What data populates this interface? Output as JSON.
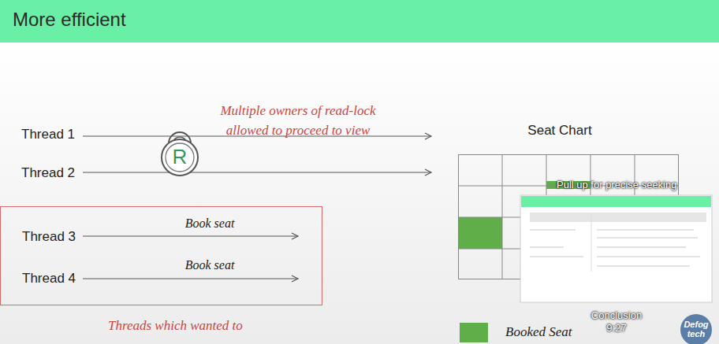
{
  "diagram": {
    "title": "More efficient",
    "nodes": [
      {
        "text": [
          "R"
        ]
      },
      {
        "text": [
          "Thread 3",
          "Book seat",
          "Thread 4",
          "Book seat"
        ]
      },
      {
        "text": [
          "Seat Chart"
        ]
      }
    ],
    "labels": [
      "Thread 1",
      "Thread 2",
      "Multiple owners of read-lock allowed to proceed to view",
      "Threads which wanted to",
      "Pull up for precise seeking",
      "Conclusion",
      "9:27",
      "Defog tech"
    ],
    "legend": [
      {
        "text": "Booked Seat",
        "color": "#5fae4a"
      }
    ]
  }
}
